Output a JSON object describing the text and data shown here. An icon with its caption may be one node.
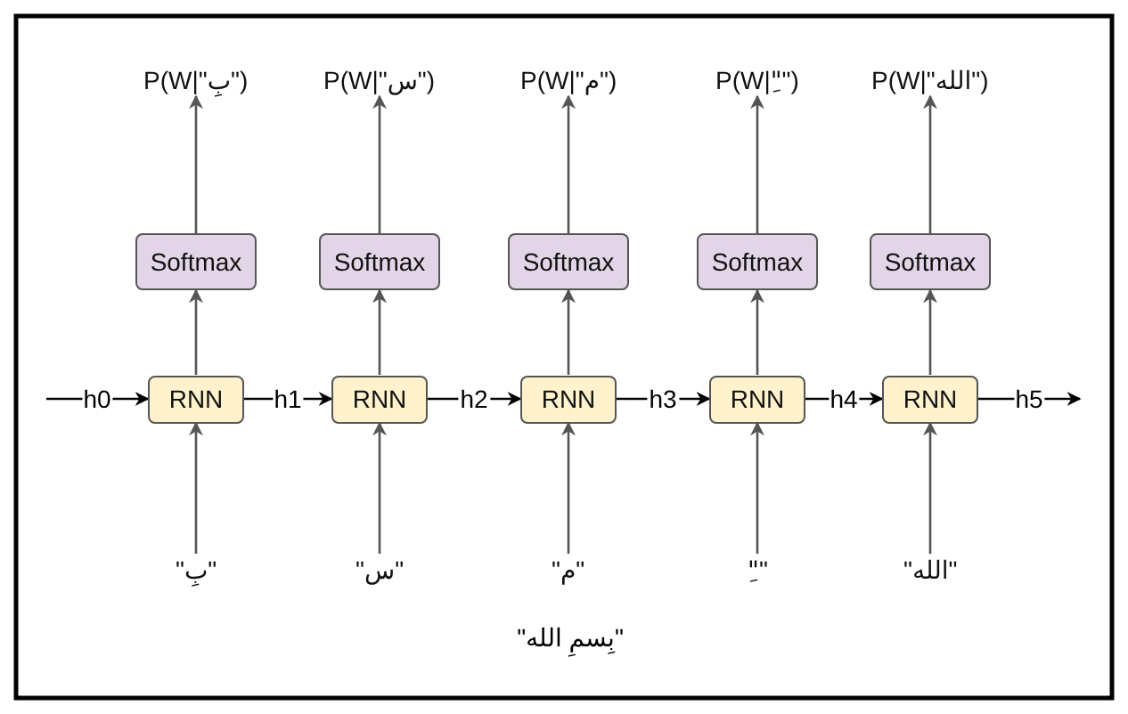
{
  "diagram": {
    "nodes": [
      {
        "text": [
          "P(W|\"بِ\")"
        ]
      },
      {
        "text": [
          "P(W|\"س\")"
        ]
      },
      {
        "text": [
          "P(W|\"م\")"
        ]
      },
      {
        "text": [
          "P(W|\"ِ\")"
        ]
      },
      {
        "text": [
          "P(W|\"الله\")"
        ]
      },
      {
        "text": [
          "Softmax"
        ]
      },
      {
        "text": [
          "Softmax"
        ]
      },
      {
        "text": [
          "Softmax"
        ]
      },
      {
        "text": [
          "Softmax"
        ]
      },
      {
        "text": [
          "Softmax"
        ]
      },
      {
        "text": [
          "RNN"
        ]
      },
      {
        "text": [
          "RNN"
        ]
      },
      {
        "text": [
          "RNN"
        ]
      },
      {
        "text": [
          "RNN"
        ]
      },
      {
        "text": [
          "RNN"
        ]
      },
      {
        "text": [
          "\"بِ\""
        ]
      },
      {
        "text": [
          "\"س\""
        ]
      },
      {
        "text": [
          "\"م\""
        ]
      },
      {
        "text": [
          "\"ِ\""
        ]
      },
      {
        "text": [
          "\"الله\""
        ]
      }
    ],
    "edges": [
      {
        "from": null,
        "to": 10,
        "arrow": "to",
        "label": "h0"
      },
      {
        "from": 10,
        "to": 11,
        "arrow": "to",
        "label": "h1"
      },
      {
        "from": 11,
        "to": 12,
        "arrow": "to",
        "label": "h2"
      },
      {
        "from": 12,
        "to": 13,
        "arrow": "to",
        "label": "h3"
      },
      {
        "from": 13,
        "to": 14,
        "arrow": "to",
        "label": "h4"
      },
      {
        "from": 14,
        "to": null,
        "arrow": "to",
        "label": "h5"
      },
      {
        "from": 15,
        "to": 10,
        "arrow": "to",
        "color": "#555555"
      },
      {
        "from": 16,
        "to": 11,
        "arrow": "to",
        "color": "#555555"
      },
      {
        "from": 17,
        "to": 12,
        "arrow": "to",
        "color": "#555555"
      },
      {
        "from": 18,
        "to": 13,
        "arrow": "to",
        "color": "#555555"
      },
      {
        "from": 19,
        "to": 14,
        "arrow": "to",
        "color": "#555555"
      },
      {
        "from": 10,
        "to": 5,
        "arrow": "to",
        "color": "#555555"
      },
      {
        "from": 11,
        "to": 6,
        "arrow": "to",
        "color": "#555555"
      },
      {
        "from": 12,
        "to": 7,
        "arrow": "to",
        "color": "#555555"
      },
      {
        "from": 13,
        "to": 8,
        "arrow": "to",
        "color": "#555555"
      },
      {
        "from": 14,
        "to": 9,
        "arrow": "to",
        "color": "#555555"
      },
      {
        "from": 5,
        "to": 0,
        "arrow": "to",
        "color": "#555555"
      },
      {
        "from": 6,
        "to": 1,
        "arrow": "to",
        "color": "#555555"
      },
      {
        "from": 7,
        "to": 2,
        "arrow": "to",
        "color": "#555555"
      },
      {
        "from": 8,
        "to": 3,
        "arrow": "to",
        "color": "#555555"
      },
      {
        "from": 9,
        "to": 4,
        "arrow": "to",
        "color": "#555555"
      }
    ],
    "labels": [
      "\"بِسمِ الله\""
    ]
  }
}
